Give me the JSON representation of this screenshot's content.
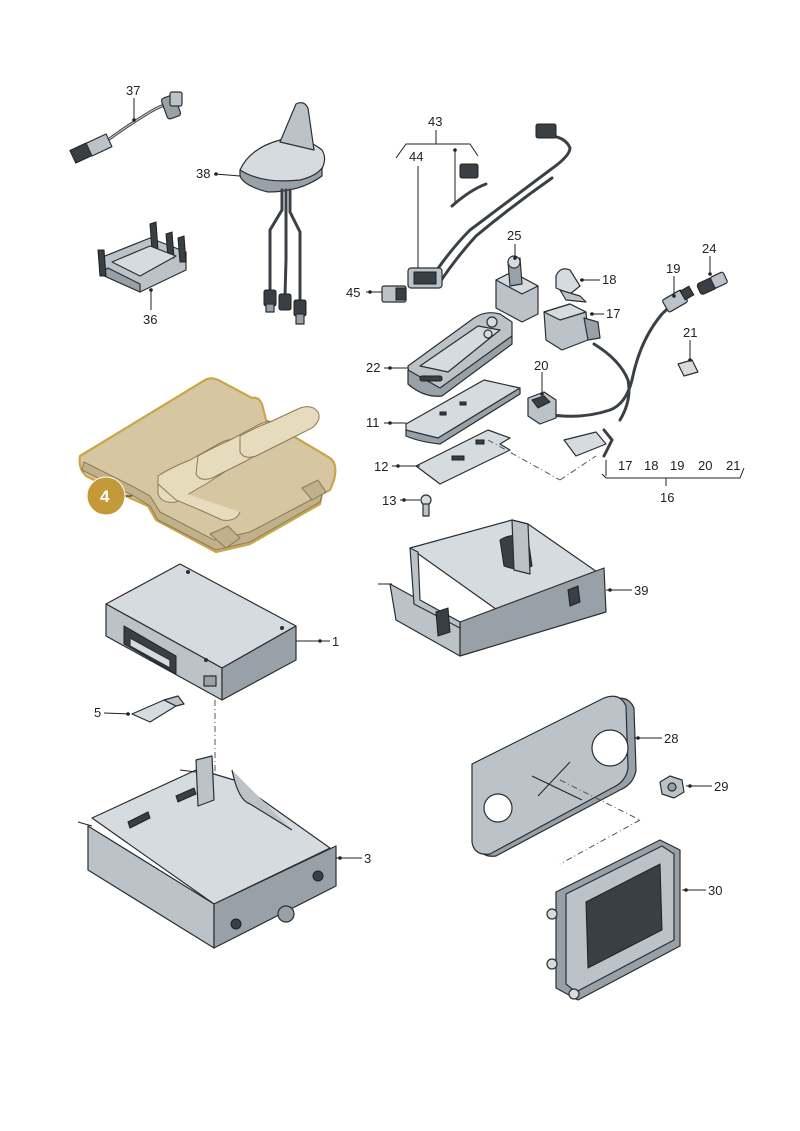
{
  "diagram": {
    "highlight_color": "#c9a64a",
    "badge_color": "#c39a37",
    "badge": {
      "label": "4"
    },
    "callouts": {
      "p1": "1",
      "p3": "3",
      "p5": "5",
      "p11": "11",
      "p12": "12",
      "p13": "13",
      "p16": "16",
      "p17": "17",
      "p17b": "17",
      "p18": "18",
      "p18b": "18",
      "p19": "19",
      "p19b": "19",
      "p20": "20",
      "p20b": "20",
      "p21": "21",
      "p21b": "21",
      "p22": "22",
      "p24": "24",
      "p25": "25",
      "p28": "28",
      "p29": "29",
      "p30": "30",
      "p36": "36",
      "p37": "37",
      "p38": "38",
      "p39": "39",
      "p43": "43",
      "p44": "44",
      "p45": "45"
    }
  }
}
